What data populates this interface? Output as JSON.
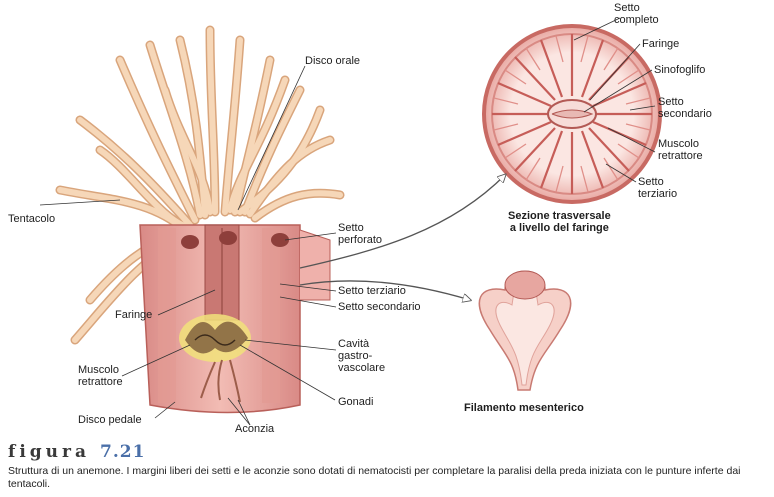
{
  "colors": {
    "tentacle": "#f6d7b8",
    "tentacle_edge": "#d9a57c",
    "body": "#eba7a0",
    "body_dark": "#c65d58",
    "lines": "#3a3a3a",
    "accent_blue": "#4a6fa8"
  },
  "labels": {
    "disco_orale": "Disco orale",
    "tentacolo": "Tentacolo",
    "setto_perforato": "Setto\nperforato",
    "faringe": "Faringe",
    "setto_terziario": "Setto terziario",
    "setto_secondario": "Setto secondario",
    "cavita": "Cavità\ngastro-\nvascolare",
    "muscolo_retrattore": "Muscolo\nretrattore",
    "gonadi": "Gonadi",
    "disco_pedale": "Disco pedale",
    "aconzia": "Aconzia",
    "filamento": "Filamento mesenterico",
    "sezione": "Sezione trasversale\na livello del faringe"
  },
  "section_labels": {
    "setto_completo": "Setto\ncompleto",
    "faringe": "Faringe",
    "sinofoglifo": "Sinofoglifo",
    "setto_secondario": "Setto\nsecondario",
    "muscolo_retrattore": "Muscolo\nretrattore",
    "setto_terziario": "Setto\nterziario"
  },
  "figure": {
    "word": "figura",
    "number": "7.21",
    "caption": "Struttura di un anemone. I margini liberi dei setti e le aconzie sono dotati di nematocisti per completare la paralisi della preda iniziata con le punture inferte dai tentacoli."
  }
}
